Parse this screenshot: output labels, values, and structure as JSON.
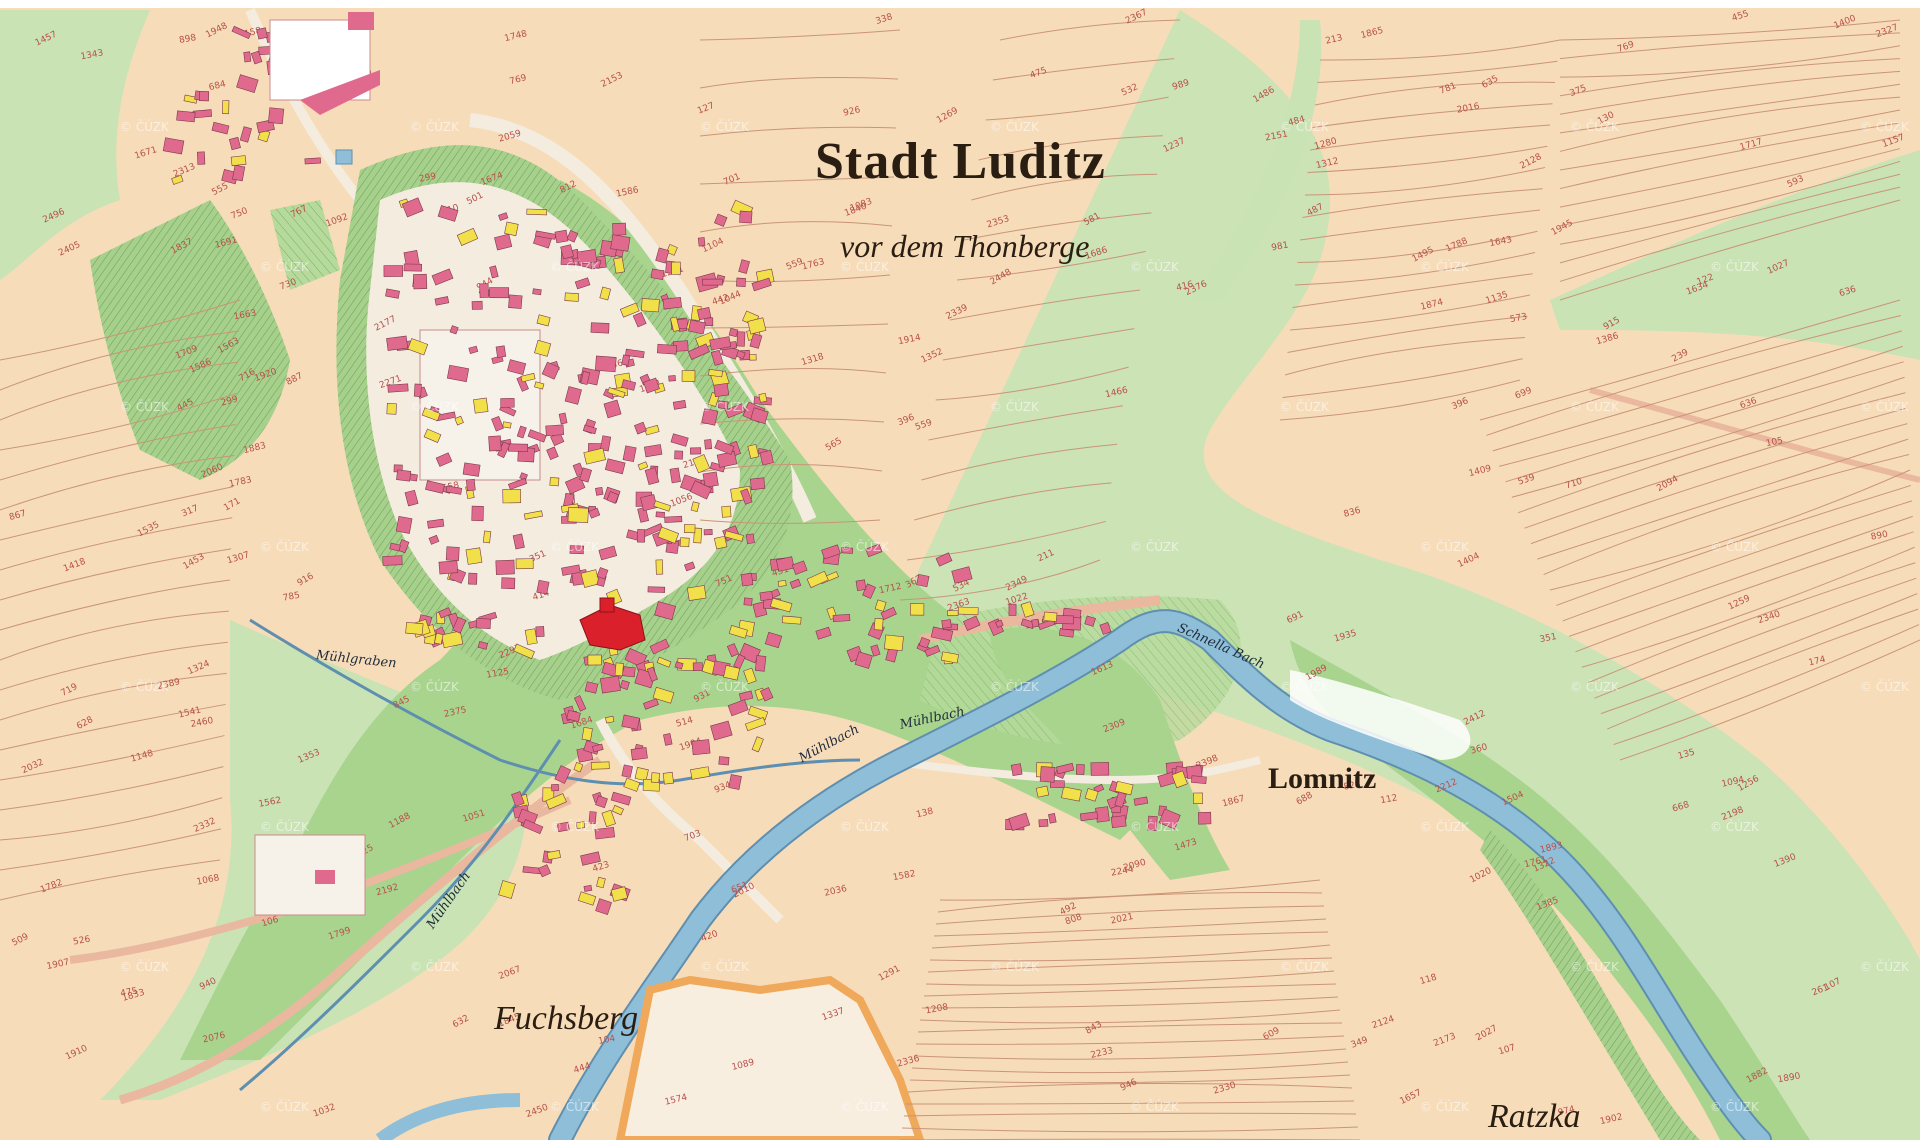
{
  "map": {
    "title": "Stadt Luditz",
    "subtitle": "vor dem Thonberge",
    "places": {
      "lomnitz": "Lomnitz",
      "fuchsberg": "Fuchsberg",
      "ratzka": "Ratzka"
    },
    "streams": {
      "schnella_bach": "Schnella Bach",
      "muhlbach_1": "Mühlbach",
      "muhlbach_2": "Mühlbach",
      "muhlgraben": "Mühlgraben",
      "muhlbach_3": "Mühlbach"
    },
    "watermark": "© ČÚZK",
    "colors": {
      "field": "#f7dcb9",
      "meadow": "#c9e3b4",
      "pasture": "#a8d48e",
      "garden": "#98c877",
      "water": "#8fbfd8",
      "building_stone": "#e06a8e",
      "building_wood": "#f1e04a",
      "church": "#d9202b",
      "road": "#f3ecdf",
      "boundary": "#f0a85a"
    }
  }
}
